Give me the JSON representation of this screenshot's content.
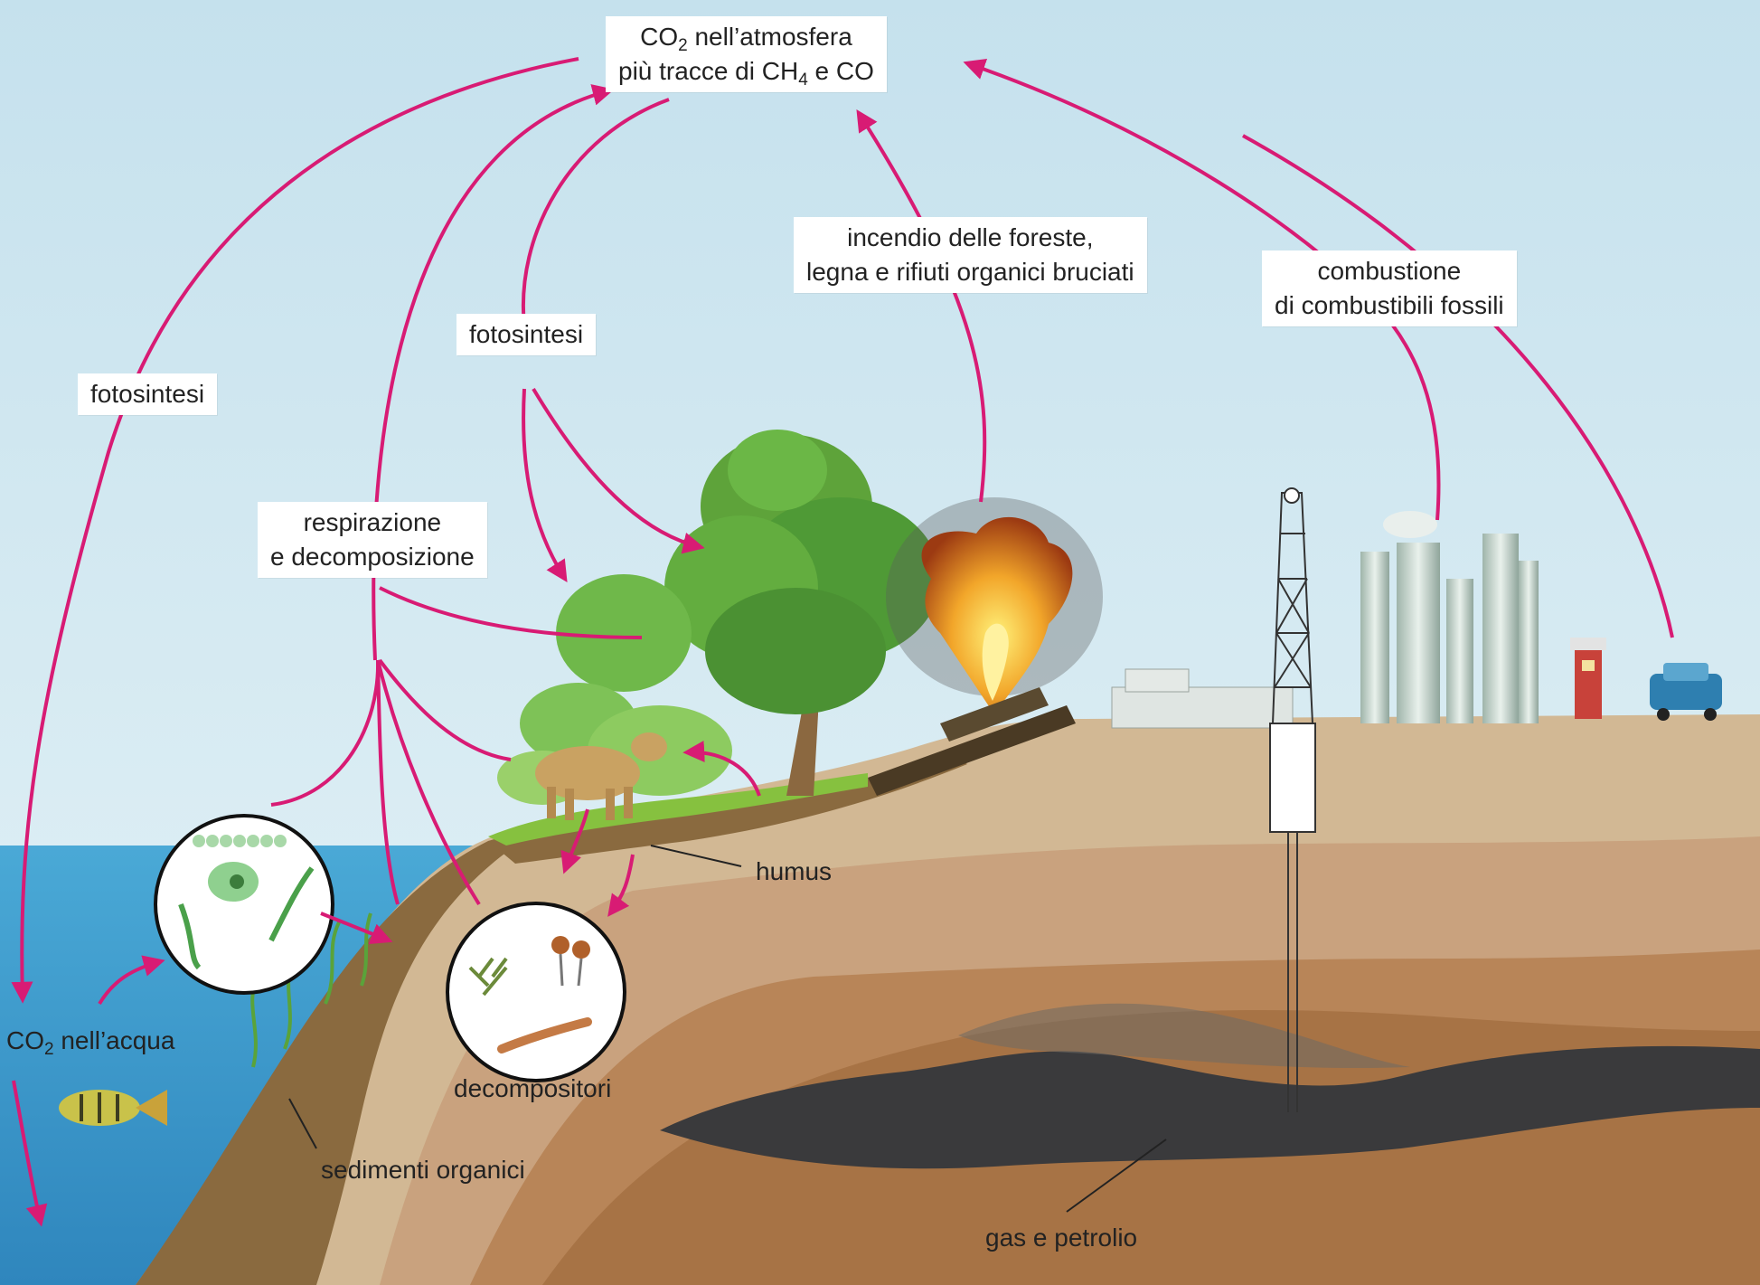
{
  "labels": {
    "atmosphere": {
      "co2_base": "CO",
      "co2_sub": "2",
      "line1_rest": " nell’atmosfera",
      "line2_prefix": "più tracce di CH",
      "line2_sub": "4",
      "line2_suffix": " e CO"
    },
    "photosynthesis_left": "fotosintesi",
    "photosynthesis_center": "fotosintesi",
    "respiration": {
      "line1": "respirazione",
      "line2": "e decomposizione"
    },
    "fire": {
      "line1": "incendio delle foreste,",
      "line2": "legna e rifiuti organici bruciati"
    },
    "combustion": {
      "line1": "combustione",
      "line2": "di combustibili fossili"
    },
    "water_co2": {
      "base": "CO",
      "sub": "2",
      "rest": " nell’acqua"
    },
    "humus": "humus",
    "decomposers": "decompositori",
    "sediments": "sedimenti organici",
    "gas_oil": "gas e petrolio"
  },
  "colors": {
    "arrow": "#d81b74",
    "sky": "#cfe7f1",
    "sea": "#4aa9d6",
    "soil_dark": "#8a5a32",
    "soil_mid": "#b98a60",
    "soil_light": "#c9a98a",
    "oil": "#3a3a3c",
    "grass": "#7fbf3a",
    "foliage": "#4f9a36"
  },
  "icons": [
    "tree-icon",
    "bush-icon",
    "cow-icon",
    "fire-icon",
    "oil-derrick-icon",
    "refinery-icon",
    "fuel-pump-icon",
    "car-icon",
    "fish-icon",
    "seaweed-icon",
    "microorganisms-icon",
    "fungi-icon"
  ]
}
